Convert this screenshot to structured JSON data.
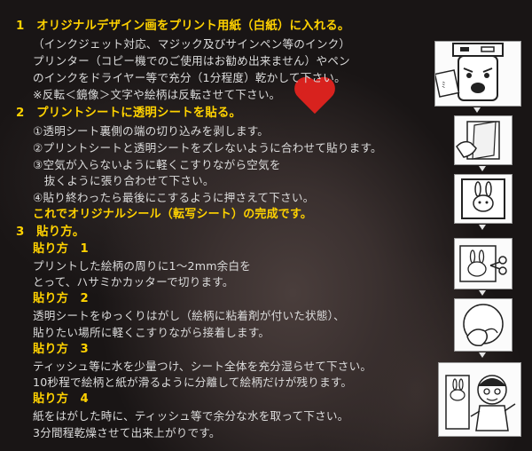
{
  "steps": [
    {
      "title": "1　オリジナルデザイン画をプリント用紙（白紙）に入れる。",
      "lines": [
        "（インクジェット対応、マジック及びサインペン等のインク）",
        "プリンター（コピー機でのご使用はお勧め出来ません）やペン",
        "のインクをドライヤー等で充分（1分程度）乾かして下さい。",
        "※反転＜鏡像＞文字や絵柄は反転させて下さい。"
      ]
    },
    {
      "title": "2　プリントシートに透明シートを貼る。",
      "lines": [
        "①透明シート裏側の端の切り込みを剥します。",
        "②プリントシートと透明シートをズレないように合わせて貼ります。",
        "③空気が入らないように軽くこすりながら空気を",
        "　抜くように張り合わせて下さい。",
        "④貼り終わったら最後にこするように押さえて下さい。"
      ],
      "closing": "これでオリジナルシール（転写シート）の完成です。"
    },
    {
      "title": "3　貼り方。",
      "methods": [
        {
          "label": "貼り方　1",
          "lines": [
            "プリントした絵柄の周りに1〜2mm余白を",
            "とって、ハサミかカッターで切ります。"
          ]
        },
        {
          "label": "貼り方　2",
          "lines": [
            "透明シートをゆっくりはがし（絵柄に粘着剤が付いた状態）、",
            "貼りたい場所に軽くこすりながら接着します。"
          ]
        },
        {
          "label": "貼り方　3",
          "lines": [
            "ティッシュ等に水を少量つけ、シート全体を充分湿らせて下さい。",
            "10秒程で絵柄と紙が滑るように分離して絵柄だけが残ります。"
          ]
        },
        {
          "label": "貼り方　4",
          "lines": [
            "紙をはがした時に、ティッシュ等で余分な水を取って下さい。",
            "3分間程乾燥させて出来上がりです。"
          ]
        }
      ]
    }
  ],
  "illustrations": [
    {
      "icon": "printer-with-character-icon"
    },
    {
      "icon": "peeling-sheet-hand-icon"
    },
    {
      "icon": "rabbit-sticker-icon"
    },
    {
      "icon": "scissors-cutting-icon"
    },
    {
      "icon": "tissue-wetting-hand-icon"
    },
    {
      "icon": "finished-stickers-character-icon"
    }
  ],
  "colors": {
    "heading": "#ffd200",
    "body_text": "#dcdcdc",
    "background": "#191515",
    "heart": "#d8221e"
  }
}
